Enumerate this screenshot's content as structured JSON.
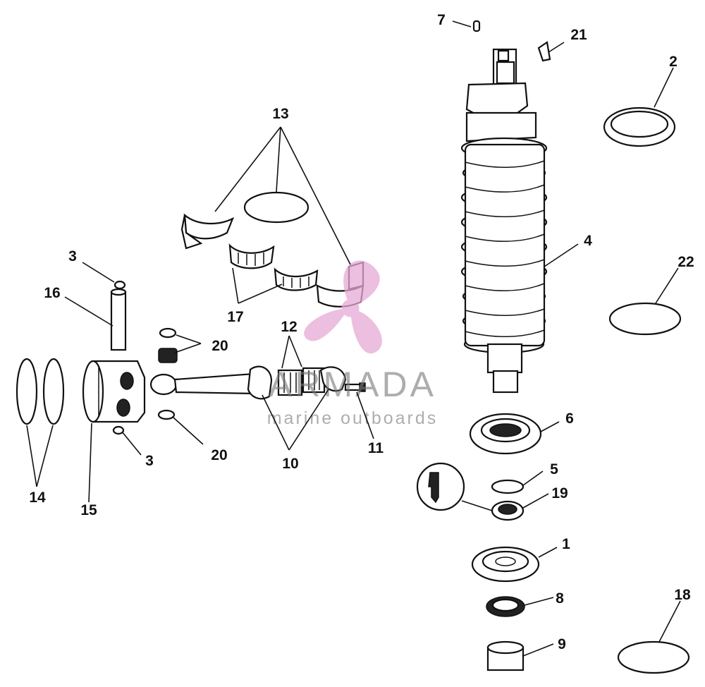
{
  "diagram": {
    "callouts": {
      "c1": "1",
      "c2": "2",
      "c3a": "3",
      "c3b": "3",
      "c4": "4",
      "c5": "5",
      "c6": "6",
      "c7": "7",
      "c8": "8",
      "c9": "9",
      "c10": "10",
      "c11": "11",
      "c12": "12",
      "c13": "13",
      "c14": "14",
      "c15": "15",
      "c16": "16",
      "c17": "17",
      "c18": "18",
      "c19": "19",
      "c20a": "20",
      "c20b": "20",
      "c21": "21",
      "c22": "22"
    }
  },
  "watermark": {
    "brand": "ARMADA",
    "tagline": "marine outboards",
    "brand_color": "#555555",
    "logo_color": "#e6a9d6"
  },
  "colors": {
    "ink": "#111111",
    "paper": "#ffffff"
  }
}
